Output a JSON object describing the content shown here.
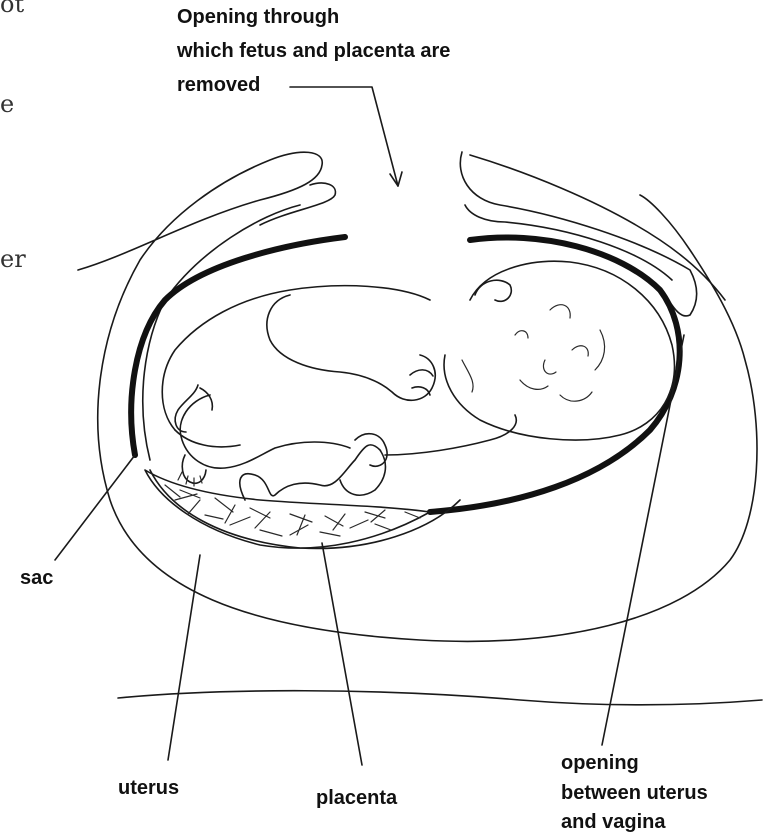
{
  "diagram": {
    "opening_title": [
      "Opening through",
      "which fetus and placenta are",
      "removed"
    ],
    "labels": {
      "sac": "sac",
      "uterus": "uterus",
      "placenta": "placenta",
      "opening_between": [
        "opening",
        "between uterus",
        "and vagina"
      ]
    },
    "margin_fragments": [
      "ot",
      "e",
      "er"
    ]
  }
}
